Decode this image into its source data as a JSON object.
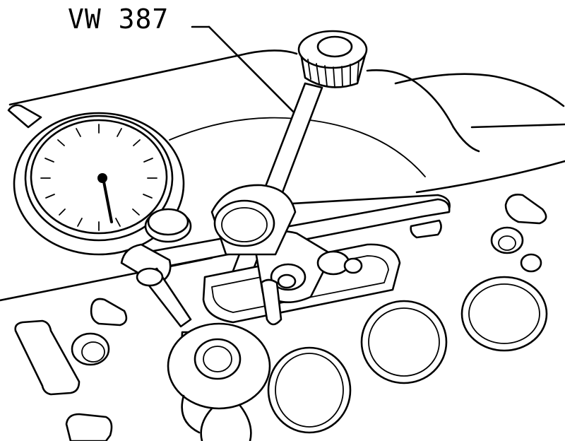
{
  "diagram": {
    "callout_label": "VW 387",
    "colors": {
      "line": "#000000",
      "background": "#ffffff"
    },
    "parts": [
      "cylinder-head-gasket-surface",
      "dial-gauge",
      "gauge-holder-bar",
      "measuring-tool-vw387",
      "combustion-chamber-openings"
    ]
  }
}
